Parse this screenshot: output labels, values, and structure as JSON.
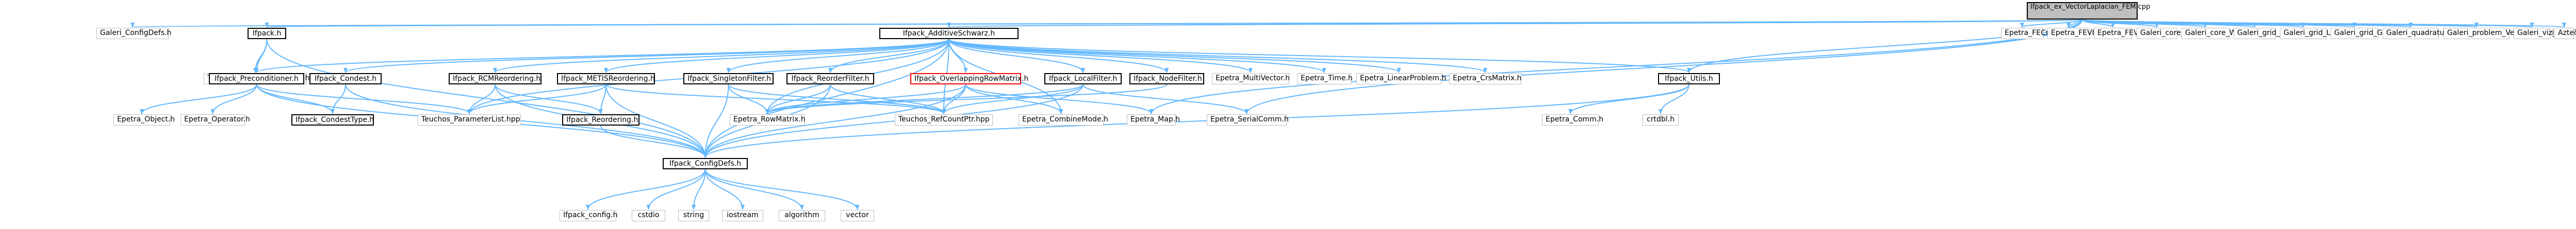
{
  "nodes": [
    {
      "id": "root",
      "label": "Ifpack_ex_VectorLaplacian_FEM.cpp",
      "style": "root"
    },
    {
      "id": "cfg_top",
      "label": "Galeri_ConfigDefs.h",
      "style": "plain"
    },
    {
      "id": "ifpack_h",
      "label": "Ifpack.h",
      "style": "doc"
    },
    {
      "id": "addsch",
      "label": "Ifpack_AdditiveSchwarz.h",
      "style": "doc"
    },
    {
      "id": "fecrs",
      "label": "Epetra_FECrsGraph.h",
      "style": "plain"
    },
    {
      "id": "fevbr",
      "label": "Epetra_FEVbrMatrix.h",
      "style": "plain"
    },
    {
      "id": "fevec",
      "label": "Epetra_FEVector.h",
      "style": "plain"
    },
    {
      "id": "gcobj",
      "label": "Galeri_core_Object.h",
      "style": "plain"
    },
    {
      "id": "gcws",
      "label": "Galeri_core_Workspace.h",
      "style": "plain"
    },
    {
      "id": "ggtri",
      "label": "Galeri_grid_Triangle.h",
      "style": "plain"
    },
    {
      "id": "ggload",
      "label": "Galeri_grid_Loadable.h",
      "style": "plain"
    },
    {
      "id": "gggen",
      "label": "Galeri_grid_Generator.h",
      "style": "plain"
    },
    {
      "id": "gqseg",
      "label": "Galeri_quadrature_Segment.h",
      "style": "plain"
    },
    {
      "id": "gpvl",
      "label": "Galeri_problem_VectorLaplacian.h",
      "style": "plain"
    },
    {
      "id": "gvme",
      "label": "Galeri_viz_MEDIT.h",
      "style": "plain"
    },
    {
      "id": "aztec",
      "label": "AztecOO.h",
      "style": "plain"
    },
    {
      "id": "teuchos_oh",
      "label": "Teuchos_ioutream_helpers.hpp",
      "style": "plain"
    },
    {
      "id": "precond",
      "label": "Ifpack_Preconditioner.h",
      "style": "doc"
    },
    {
      "id": "condest",
      "label": "Ifpack_Condest.h",
      "style": "doc"
    },
    {
      "id": "fcm",
      "label": "Ifpack_RCMReordering.h",
      "style": "doc"
    },
    {
      "id": "metis",
      "label": "Ifpack_METISReordering.h",
      "style": "doc"
    },
    {
      "id": "singleton",
      "label": "Ifpack_SingletonFilter.h",
      "style": "doc"
    },
    {
      "id": "reorderf",
      "label": "Ifpack_ReorderFilter.h",
      "style": "doc"
    },
    {
      "id": "overlap",
      "label": "Ifpack_OverlappingRowMatrix.h",
      "style": "red"
    },
    {
      "id": "localf",
      "label": "Ifpack_LocalFilter.h",
      "style": "doc"
    },
    {
      "id": "nodef",
      "label": "Ifpack_NodeFilter.h",
      "style": "doc"
    },
    {
      "id": "multivec",
      "label": "Epetra_MultiVector.h",
      "style": "plain"
    },
    {
      "id": "time",
      "label": "Epetra_Time.h",
      "style": "plain"
    },
    {
      "id": "linprob",
      "label": "Epetra_LinearProblem.h",
      "style": "plain"
    },
    {
      "id": "crsmat",
      "label": "Epetra_CrsMatrix.h",
      "style": "plain"
    },
    {
      "id": "utils",
      "label": "Ifpack_Utils.h",
      "style": "doc"
    },
    {
      "id": "eobj",
      "label": "Epetra_Object.h",
      "style": "plain"
    },
    {
      "id": "eop",
      "label": "Epetra_Operator.h",
      "style": "plain"
    },
    {
      "id": "condtype",
      "label": "Ifpack_CondestType.h",
      "style": "doc"
    },
    {
      "id": "plist",
      "label": "Teuchos_ParameterList.hpp",
      "style": "plain"
    },
    {
      "id": "reordering",
      "label": "Ifpack_Reordering.h",
      "style": "doc"
    },
    {
      "id": "rowmat",
      "label": "Epetra_RowMatrix.h",
      "style": "plain"
    },
    {
      "id": "rcp",
      "label": "Teuchos_RefCountPtr.hpp",
      "style": "plain"
    },
    {
      "id": "combine",
      "label": "Epetra_CombineMode.h",
      "style": "plain"
    },
    {
      "id": "emap",
      "label": "Epetra_Map.h",
      "style": "plain"
    },
    {
      "id": "serialcomm",
      "label": "Epetra_SerialComm.h",
      "style": "plain"
    },
    {
      "id": "ecomm",
      "label": "Epetra_Comm.h",
      "style": "plain"
    },
    {
      "id": "crtdbg",
      "label": "crtdbl.h",
      "style": "plain"
    },
    {
      "id": "cfg_bot",
      "label": "Ifpack_ConfigDefs.h",
      "style": "doc"
    },
    {
      "id": "ifcfg",
      "label": "Ifpack_config.h",
      "style": "plain"
    },
    {
      "id": "cstdio",
      "label": "cstdio",
      "style": "plain"
    },
    {
      "id": "string",
      "label": "string",
      "style": "plain"
    },
    {
      "id": "iostream",
      "label": "iostream",
      "style": "plain"
    },
    {
      "id": "algorithm",
      "label": "algorithm",
      "style": "plain"
    },
    {
      "id": "vector",
      "label": "vector",
      "style": "plain"
    }
  ],
  "edges": [
    [
      "root",
      "cfg_top"
    ],
    [
      "root",
      "ifpack_h"
    ],
    [
      "root",
      "addsch"
    ],
    [
      "root",
      "fecrs"
    ],
    [
      "root",
      "fevbr"
    ],
    [
      "root",
      "fevec"
    ],
    [
      "root",
      "gcobj"
    ],
    [
      "root",
      "gcws"
    ],
    [
      "root",
      "ggtri"
    ],
    [
      "root",
      "ggload"
    ],
    [
      "root",
      "gggen"
    ],
    [
      "root",
      "gqseg"
    ],
    [
      "root",
      "gpvl"
    ],
    [
      "root",
      "gvme"
    ],
    [
      "root",
      "aztec"
    ],
    [
      "root",
      "emap"
    ],
    [
      "root",
      "serialcomm"
    ],
    [
      "root",
      "utils"
    ],
    [
      "ifpack_h",
      "teuchos_oh"
    ],
    [
      "ifpack_h",
      "precond"
    ],
    [
      "ifpack_h",
      "cfg_bot"
    ],
    [
      "addsch",
      "precond"
    ],
    [
      "addsch",
      "condest"
    ],
    [
      "addsch",
      "fcm"
    ],
    [
      "addsch",
      "metis"
    ],
    [
      "addsch",
      "singleton"
    ],
    [
      "addsch",
      "reorderf"
    ],
    [
      "addsch",
      "overlap"
    ],
    [
      "addsch",
      "localf"
    ],
    [
      "addsch",
      "nodef"
    ],
    [
      "addsch",
      "multivec"
    ],
    [
      "addsch",
      "time"
    ],
    [
      "addsch",
      "linprob"
    ],
    [
      "addsch",
      "crsmat"
    ],
    [
      "addsch",
      "utils"
    ],
    [
      "addsch",
      "cfg_bot"
    ],
    [
      "addsch",
      "rowmat"
    ],
    [
      "addsch",
      "plist"
    ],
    [
      "addsch",
      "rcp"
    ],
    [
      "addsch",
      "combine"
    ],
    [
      "precond",
      "eobj"
    ],
    [
      "precond",
      "eop"
    ],
    [
      "precond",
      "condtype"
    ],
    [
      "precond",
      "plist"
    ],
    [
      "precond",
      "cfg_bot"
    ],
    [
      "condest",
      "condtype"
    ],
    [
      "condest",
      "cfg_bot"
    ],
    [
      "fcm",
      "reordering"
    ],
    [
      "fcm",
      "plist"
    ],
    [
      "fcm",
      "cfg_bot"
    ],
    [
      "metis",
      "reordering"
    ],
    [
      "metis",
      "plist"
    ],
    [
      "metis",
      "cfg_bot"
    ],
    [
      "metis",
      "rcp"
    ],
    [
      "singleton",
      "rowmat"
    ],
    [
      "singleton",
      "rcp"
    ],
    [
      "singleton",
      "cfg_bot"
    ],
    [
      "reorderf",
      "rowmat"
    ],
    [
      "reorderf",
      "rcp"
    ],
    [
      "reorderf",
      "cfg_bot"
    ],
    [
      "overlap",
      "rowmat"
    ],
    [
      "overlap",
      "rcp"
    ],
    [
      "overlap",
      "combine"
    ],
    [
      "overlap",
      "cfg_bot"
    ],
    [
      "overlap",
      "emap"
    ],
    [
      "localf",
      "rowmat"
    ],
    [
      "localf",
      "rcp"
    ],
    [
      "localf",
      "serialcomm"
    ],
    [
      "localf",
      "cfg_bot"
    ],
    [
      "nodef",
      "rowmat"
    ],
    [
      "utils",
      "ecomm"
    ],
    [
      "utils",
      "crtdbg"
    ],
    [
      "utils",
      "cfg_bot"
    ],
    [
      "reordering",
      "cfg_bot"
    ],
    [
      "cfg_bot",
      "ifcfg"
    ],
    [
      "cfg_bot",
      "cstdio"
    ],
    [
      "cfg_bot",
      "string"
    ],
    [
      "cfg_bot",
      "iostream"
    ],
    [
      "cfg_bot",
      "algorithm"
    ],
    [
      "cfg_bot",
      "vector"
    ]
  ]
}
